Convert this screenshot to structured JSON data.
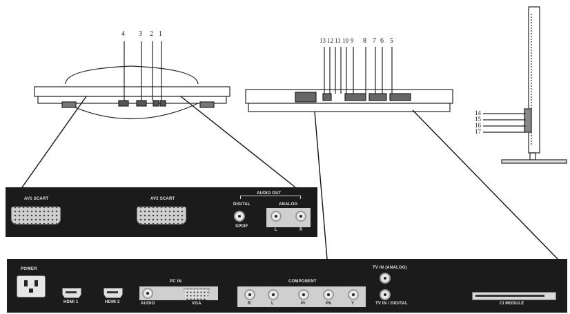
{
  "top_numbers": {
    "tv1": [
      "4",
      "3",
      "2",
      "1"
    ],
    "tv2": [
      "13",
      "12",
      "11",
      "10",
      "9",
      "8",
      "7",
      "6",
      "5"
    ],
    "side": [
      "14",
      "15",
      "16",
      "17"
    ]
  },
  "panel1": {
    "av1_scart": "AV1 SCART",
    "av2_scart": "AV2 SCART",
    "audio_out": "AUDIO OUT",
    "digital": "DIGITAL",
    "spdif": "SPDIF",
    "analog": "ANALOG",
    "l": "L",
    "r": "R"
  },
  "panel2": {
    "power": "POWER",
    "hdmi1": "HDMI 1",
    "hdmi2": "HDMI 2",
    "pc_in": "PC IN",
    "audio": "AUDIO",
    "vga": "VGA",
    "component": "COMPONENT",
    "comp_r": "R",
    "comp_l": "L",
    "comp_pr": "Pr",
    "comp_pb": "Pb",
    "comp_y": "Y",
    "tv_analog": "TV IN (ANALOG)",
    "tv_digital": "TV IN / DIGITAL",
    "ci_module": "CI MODULE"
  }
}
